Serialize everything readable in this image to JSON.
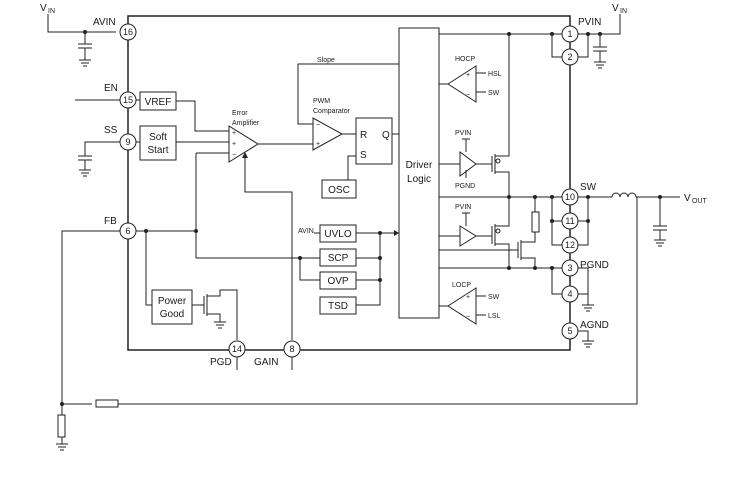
{
  "supply": {
    "vin_left": "V",
    "vin_left_sub": "IN",
    "vin_right": "V",
    "vin_right_sub": "IN",
    "vout": "V",
    "vout_sub": "OUT"
  },
  "pins": {
    "avin": {
      "name": "AVIN",
      "num": "16"
    },
    "en": {
      "name": "EN",
      "num": "15"
    },
    "ss": {
      "name": "SS",
      "num": "9"
    },
    "fb": {
      "name": "FB",
      "num": "6"
    },
    "pgd": {
      "name": "PGD",
      "num": "14"
    },
    "gain": {
      "name": "GAIN",
      "num": "8"
    },
    "pvin": {
      "name": "PVIN",
      "num1": "1",
      "num2": "2"
    },
    "sw": {
      "name": "SW",
      "num1": "10",
      "num2": "11",
      "num3": "12"
    },
    "pgnd": {
      "name": "PGND",
      "num1": "3",
      "num2": "4"
    },
    "agnd": {
      "name": "AGND",
      "num": "5"
    }
  },
  "blocks": {
    "vref": "VREF",
    "soft_start": [
      "Soft",
      "Start"
    ],
    "error_amp": [
      "Error",
      "Amplifier"
    ],
    "pwm_comp": [
      "PWM",
      "Comparator"
    ],
    "slope": "Slope",
    "latch": {
      "r": "R",
      "s": "S",
      "q": "Q"
    },
    "osc": "OSC",
    "driver_logic": [
      "Driver",
      "Logic"
    ],
    "power_good": [
      "Power",
      "Good"
    ],
    "uvlo": "UVLO",
    "uvlo_avin": "AVIN",
    "scp": "SCP",
    "ovp": "OVP",
    "tsd": "TSD"
  },
  "comparators": {
    "hocp": {
      "title": "HOCP",
      "in_plus": "HSL",
      "in_minus": "SW"
    },
    "locp": {
      "title": "LOCP",
      "in_plus": "SW",
      "in_minus": "LSL"
    }
  },
  "fets": {
    "high_side_supply": "PVIN",
    "high_side_gnd": "PGND",
    "low_side_supply": "PVIN"
  }
}
